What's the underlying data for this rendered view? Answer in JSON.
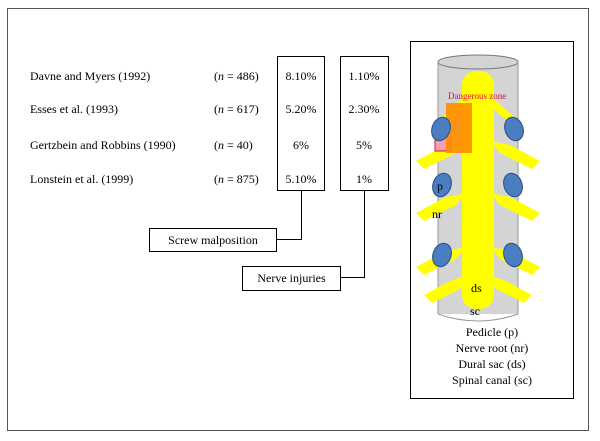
{
  "studies": [
    {
      "author": "Davne and Myers (1992)",
      "n": "486",
      "malposition": "8.10%",
      "nerve": "1.10%"
    },
    {
      "author": "Esses et al. (1993)",
      "n": "617",
      "malposition": "5.20%",
      "nerve": "2.30%"
    },
    {
      "author": "Gertzbein and Robbins (1990)",
      "n": "40",
      "malposition": "6%",
      "nerve": "5%"
    },
    {
      "author": "Lonstein et al. (1999)",
      "n": "875",
      "malposition": "5.10%",
      "nerve": "1%"
    }
  ],
  "labels": {
    "n_open": "(",
    "n_var": "n",
    "n_eq": " = ",
    "n_close": ")",
    "screw_malposition": "Screw malposition",
    "nerve_injuries": "Nerve injuries"
  },
  "diagram": {
    "dangerous_zone": "Dangerous zone",
    "p": "p",
    "nr": "nr",
    "ds": "ds",
    "sc": "sc",
    "colors": {
      "nerve": "#ffff00",
      "pedicle": "#4a7ec0",
      "canal": "#d4d4d4",
      "danger_fill": "#ff8c00",
      "danger_text": "#e0103a"
    }
  },
  "legend": {
    "pedicle": "Pedicle (p)",
    "nerve_root": "Nerve root (nr)",
    "dural_sac": "Dural sac (ds)",
    "spinal_canal": "Spinal canal (sc)"
  }
}
